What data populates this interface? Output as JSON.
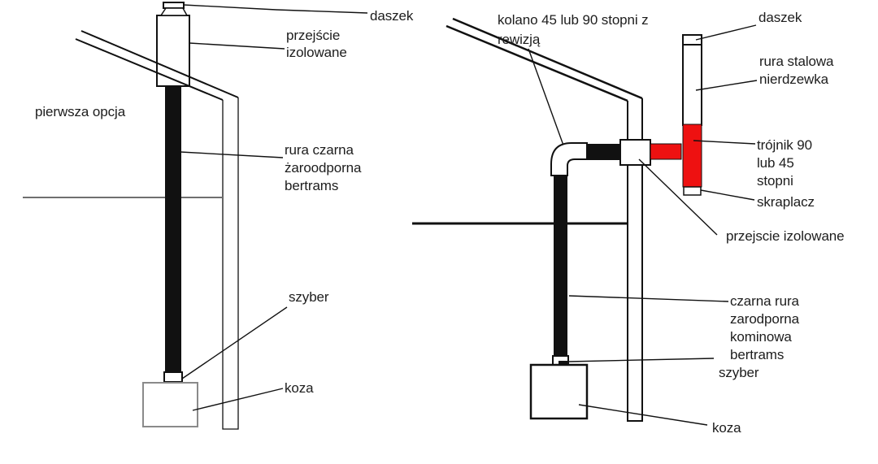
{
  "left": {
    "caption": "pierwsza opcja",
    "labels": {
      "daszek": "daszek",
      "przejscie_izolowane": "przejście\nizolowane",
      "rura_czarna": "rura czarna\nżaroodporna\nbertrams",
      "szyber": "szyber",
      "koza": "koza"
    }
  },
  "right": {
    "labels": {
      "kolano": "kolano 45 lub 90 stopni z\nrewizją",
      "daszek": "daszek",
      "rura_stalowa": "rura stalowa\nnierdzewka",
      "trojnik": "trójnik 90\nlub 45\nstopni",
      "skraplacz": "skraplacz",
      "przejscie_izolowane": "przejscie izolowane",
      "czarna_rura": "czarna rura\nzarodporna\nkominowa\nbertrams",
      "szyber": "szyber",
      "koza": "koza"
    }
  },
  "colors": {
    "ink": "#111111",
    "red": "#ee1111",
    "floor_gray": "#6f6f6f",
    "stove_outline_left": "#8a8a8a"
  }
}
